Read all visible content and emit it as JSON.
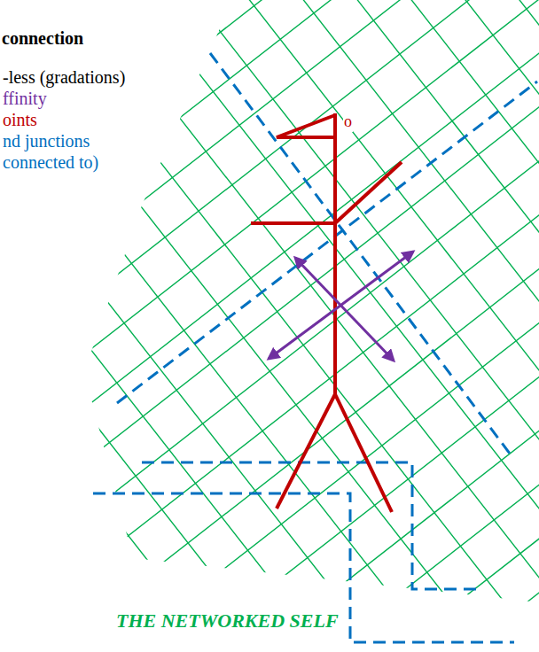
{
  "diagram": {
    "title": "connection",
    "caption": "THE NETWORKED SELF",
    "labels": [
      "-less (gradations)",
      "ffinity",
      "oints",
      "nd junctions",
      "connected to)",
      "o"
    ]
  }
}
